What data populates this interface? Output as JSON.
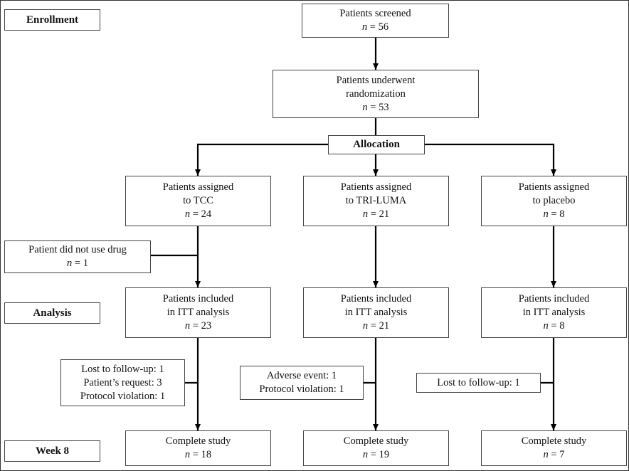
{
  "stages": {
    "enrollment": "Enrollment",
    "allocation": "Allocation",
    "analysis": "Analysis",
    "week8": "Week 8"
  },
  "n_prefix": "n",
  "screened": {
    "line1": "Patients screened",
    "n": "= 56"
  },
  "randomized": {
    "line1": "Patients underwent",
    "line2": "randomization",
    "n": "= 53"
  },
  "assigned": {
    "tcc": {
      "line1": "Patients assigned",
      "line2": "to TCC",
      "n": "= 24"
    },
    "triluma": {
      "line1": "Patients assigned",
      "line2": "to TRI-LUMA",
      "n": "= 21"
    },
    "placebo": {
      "line1": "Patients assigned",
      "line2": "to placebo",
      "n": "= 8"
    }
  },
  "no_drug": {
    "line1": "Patient did not use drug",
    "n": "= 1"
  },
  "itt": {
    "tcc": {
      "line1": "Patients included",
      "line2": "in ITT analysis",
      "n": "= 23"
    },
    "triluma": {
      "line1": "Patients included",
      "line2": "in ITT analysis",
      "n": "= 21"
    },
    "placebo": {
      "line1": "Patients included",
      "line2": "in ITT analysis",
      "n": "= 8"
    }
  },
  "dropouts": {
    "tcc": [
      "Lost to follow-up: 1",
      "Patient’s request: 3",
      "Protocol violation: 1"
    ],
    "triluma": [
      "Adverse event: 1",
      "Protocol violation: 1"
    ],
    "placebo": [
      "Lost to follow-up: 1"
    ]
  },
  "complete": {
    "tcc": {
      "line1": "Complete study",
      "n": "= 18"
    },
    "triluma": {
      "line1": "Complete study",
      "n": "= 19"
    },
    "placebo": {
      "line1": "Complete study",
      "n": "= 7"
    }
  }
}
